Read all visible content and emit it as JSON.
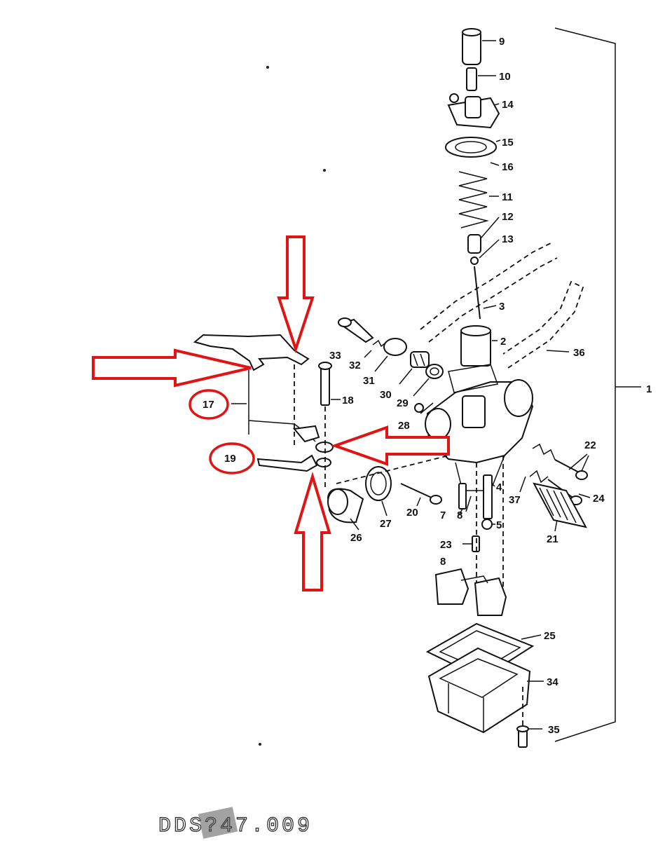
{
  "diagram": {
    "parts": [
      {
        "id": "1",
        "label": "1"
      },
      {
        "id": "2",
        "label": "2"
      },
      {
        "id": "3",
        "label": "3"
      },
      {
        "id": "4",
        "label": "4"
      },
      {
        "id": "5",
        "label": "5"
      },
      {
        "id": "7",
        "label": "7"
      },
      {
        "id": "8a",
        "label": "8"
      },
      {
        "id": "8b",
        "label": "8"
      },
      {
        "id": "9",
        "label": "9"
      },
      {
        "id": "10",
        "label": "10"
      },
      {
        "id": "11",
        "label": "11"
      },
      {
        "id": "12",
        "label": "12"
      },
      {
        "id": "13",
        "label": "13"
      },
      {
        "id": "14",
        "label": "14"
      },
      {
        "id": "15",
        "label": "15"
      },
      {
        "id": "16",
        "label": "16"
      },
      {
        "id": "17",
        "label": "17"
      },
      {
        "id": "18",
        "label": "18"
      },
      {
        "id": "19",
        "label": "19"
      },
      {
        "id": "20",
        "label": "20"
      },
      {
        "id": "21",
        "label": "21"
      },
      {
        "id": "22",
        "label": "22"
      },
      {
        "id": "23",
        "label": "23"
      },
      {
        "id": "24",
        "label": "24"
      },
      {
        "id": "25",
        "label": "25"
      },
      {
        "id": "26",
        "label": "26"
      },
      {
        "id": "27",
        "label": "27"
      },
      {
        "id": "28",
        "label": "28"
      },
      {
        "id": "29",
        "label": "29"
      },
      {
        "id": "30",
        "label": "30"
      },
      {
        "id": "31",
        "label": "31"
      },
      {
        "id": "32",
        "label": "32"
      },
      {
        "id": "33",
        "label": "33"
      },
      {
        "id": "34",
        "label": "34"
      },
      {
        "id": "35",
        "label": "35"
      },
      {
        "id": "36",
        "label": "36"
      },
      {
        "id": "37",
        "label": "37"
      }
    ],
    "circled_parts": [
      "17",
      "19"
    ],
    "drawing_code": "DDS?47.009",
    "annotation_color": "#e01414"
  }
}
